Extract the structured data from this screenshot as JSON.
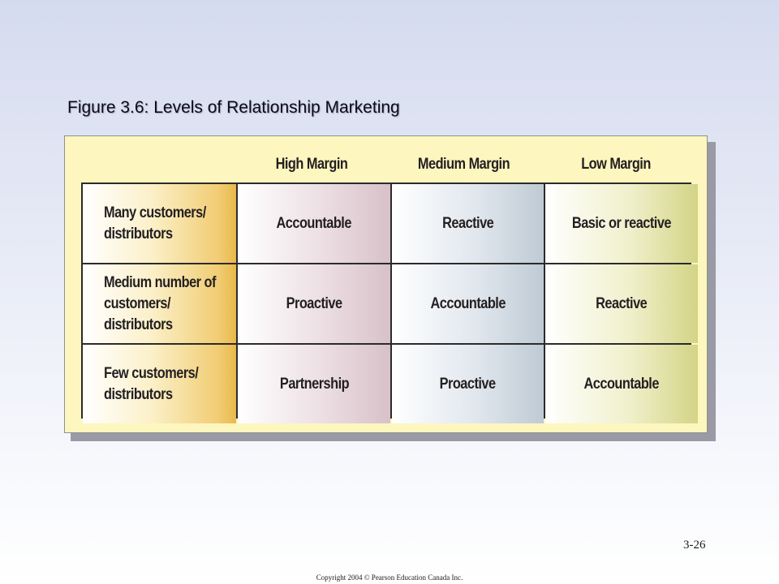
{
  "slide": {
    "title": "Figure 3.6:  Levels of Relationship Marketing",
    "page_number": "3-26",
    "copyright": "Copyright 2004 © Pearson Education Canada Inc."
  },
  "table": {
    "columns": [
      "High Margin",
      "Medium Margin",
      "Low Margin"
    ],
    "rows": [
      {
        "label": "Many customers/\ndistributors",
        "cells": [
          "Accountable",
          "Reactive",
          "Basic or reactive"
        ]
      },
      {
        "label": "Medium number of\ncustomers/\ndistributors",
        "cells": [
          "Proactive",
          "Accountable",
          "Reactive"
        ]
      },
      {
        "label": "Few customers/\ndistributors",
        "cells": [
          "Partnership",
          "Proactive",
          "Accountable"
        ]
      }
    ]
  }
}
